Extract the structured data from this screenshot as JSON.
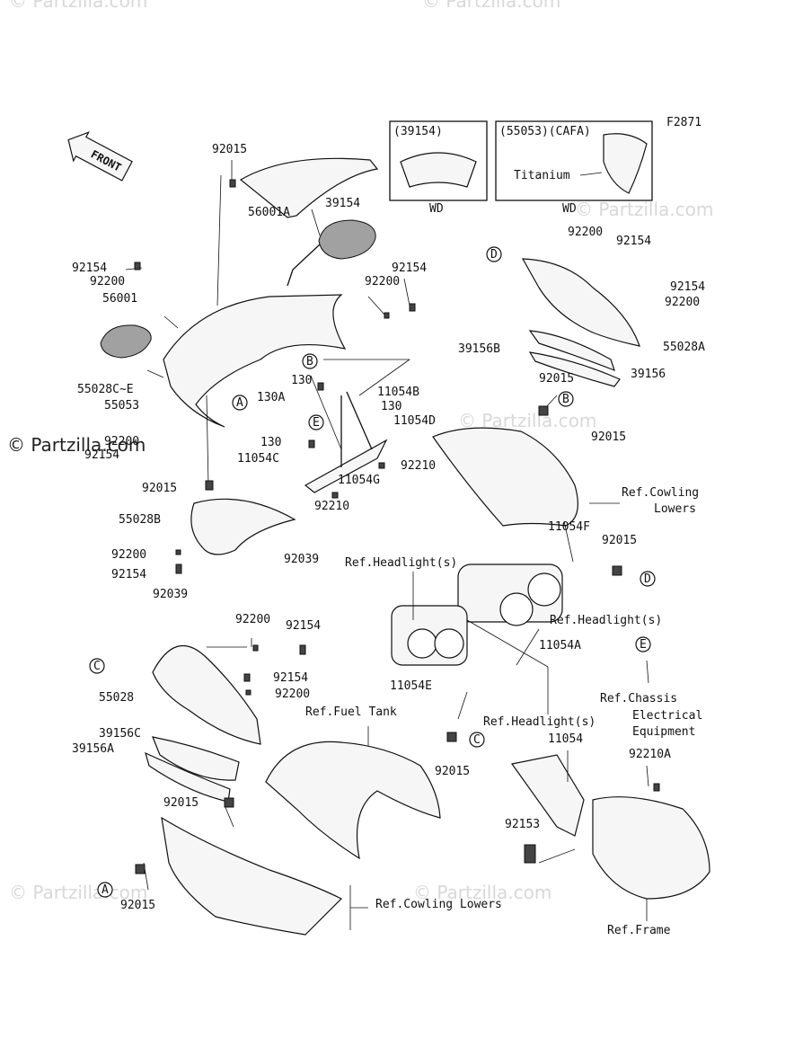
{
  "figure_code": "F2871",
  "front_label": "FRONT",
  "copyright": "© Partzilla.com",
  "watermark": "© Partzilla.com",
  "inset_left": {
    "code": "(39154)",
    "variant": "WD"
  },
  "inset_right": {
    "code": "(55053)(CAFA)",
    "material": "Titanium",
    "variant": "WD"
  },
  "callouts": [
    "A",
    "B",
    "C",
    "D",
    "E"
  ],
  "labels": {
    "l92015_top": "92015",
    "l39154": "39154",
    "l56001A": "56001A",
    "l92154_a": "92154",
    "l92200_a": "92200",
    "l56001": "56001",
    "l92154_b": "92154",
    "l92200_b": "92200",
    "l55028CE": "55028C~E",
    "l55053": "55053",
    "l92200_c": "92200",
    "l92154_c": "92154",
    "l130_a": "130",
    "l130A": "130A",
    "l11054B": "11054B",
    "l130_b": "130",
    "l11054D": "11054D",
    "l130_c": "130",
    "l11054C": "11054C",
    "l11054G": "11054G",
    "l92210_a": "92210",
    "l92210_b": "92210",
    "l92015_mid": "92015",
    "l55028B": "55028B",
    "l92200_d": "92200",
    "l92039_a": "92039",
    "l92154_d": "92154",
    "l92039_b": "92039",
    "l92200_e": "92200",
    "l92154_e": "92154",
    "l92154_f": "92154",
    "l92200_f": "92200",
    "l39156B": "39156B",
    "l55028A": "55028A",
    "l39156": "39156",
    "l92015_r1": "92015",
    "l92015_r2": "92015",
    "ref_cowling_1": "Ref.Cowling",
    "ref_cowling_2": "Lowers",
    "l11054F": "11054F",
    "l92015_r3": "92015",
    "ref_headlight_1": "Ref.Headlight(s)",
    "ref_headlight_2": "Ref.Headlight(s)",
    "l11054A": "11054A",
    "l11054E": "11054E",
    "ref_headlight_3": "Ref.Headlight(s)",
    "ref_chassis_1": "Ref.Chassis",
    "ref_chassis_2": "Electrical",
    "ref_chassis_3": "Equipment",
    "l92015_c": "92015",
    "l92200_g": "92200",
    "l92154_g": "92154",
    "l55028": "55028",
    "l92154_h": "92154",
    "l92200_h": "92200",
    "ref_fuel_tank": "Ref.Fuel Tank",
    "l39156C": "39156C",
    "l39156A": "39156A",
    "l92015_lb": "92015",
    "l92015_bottom": "92015",
    "ref_cowling_lowers": "Ref.Cowling Lowers",
    "l11054": "11054",
    "l92210A": "92210A",
    "l92153": "92153",
    "ref_frame": "Ref.Frame"
  }
}
